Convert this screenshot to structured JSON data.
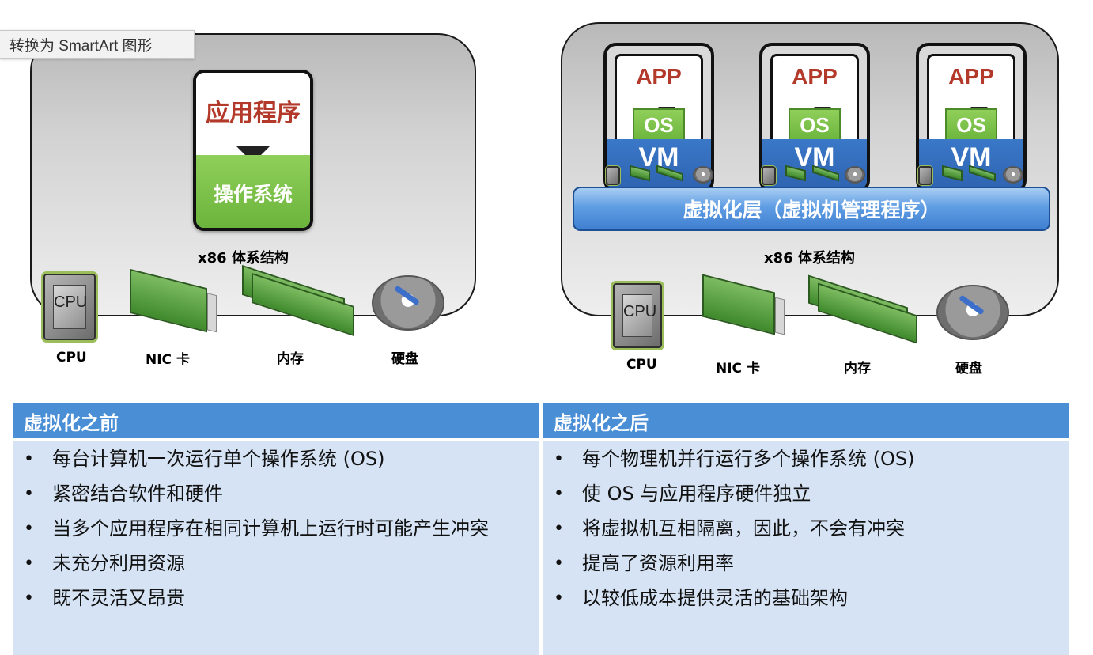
{
  "toolbar": {
    "smartart_label": "转换为 SmartArt 图形"
  },
  "before": {
    "app_label": "应用程序",
    "os_label": "操作系统",
    "arch_label": "x86 体系结构",
    "hardware": {
      "cpu": "CPU",
      "nic": "NIC 卡",
      "memory": "内存",
      "disk": "硬盘"
    }
  },
  "after": {
    "vms": [
      {
        "app": "APP",
        "os": "OS",
        "vm": "VM"
      },
      {
        "app": "APP",
        "os": "OS",
        "vm": "VM"
      },
      {
        "app": "APP",
        "os": "OS",
        "vm": "VM"
      }
    ],
    "hypervisor_label": "虚拟化层（虚拟机管理程序）",
    "arch_label": "x86 体系结构",
    "hardware": {
      "cpu": "CPU",
      "nic": "NIC 卡",
      "memory": "内存",
      "disk": "硬盘"
    }
  },
  "table": {
    "before_header": "虚拟化之前",
    "after_header": "虚拟化之后",
    "before_items": [
      "每台计算机一次运行单个操作系统 (OS)",
      "紧密结合软件和硬件",
      "当多个应用程序在相同计算机上运行时可能产生冲突",
      "未充分利用资源",
      "既不灵活又昂贵"
    ],
    "after_items": [
      "每个物理机并行运行多个操作系统 (OS)",
      "使 OS 与应用程序硬件独立",
      "将虚拟机互相隔离，因此，不会有冲突",
      "提高了资源利用率",
      "以较低成本提供灵活的基础架构"
    ]
  },
  "colors": {
    "app_red": "#b33a2a",
    "os_green": "#6bb43c",
    "vm_blue": "#2e63b0",
    "header_blue": "#4a8fd6",
    "body_blue": "#d5e3f4"
  }
}
